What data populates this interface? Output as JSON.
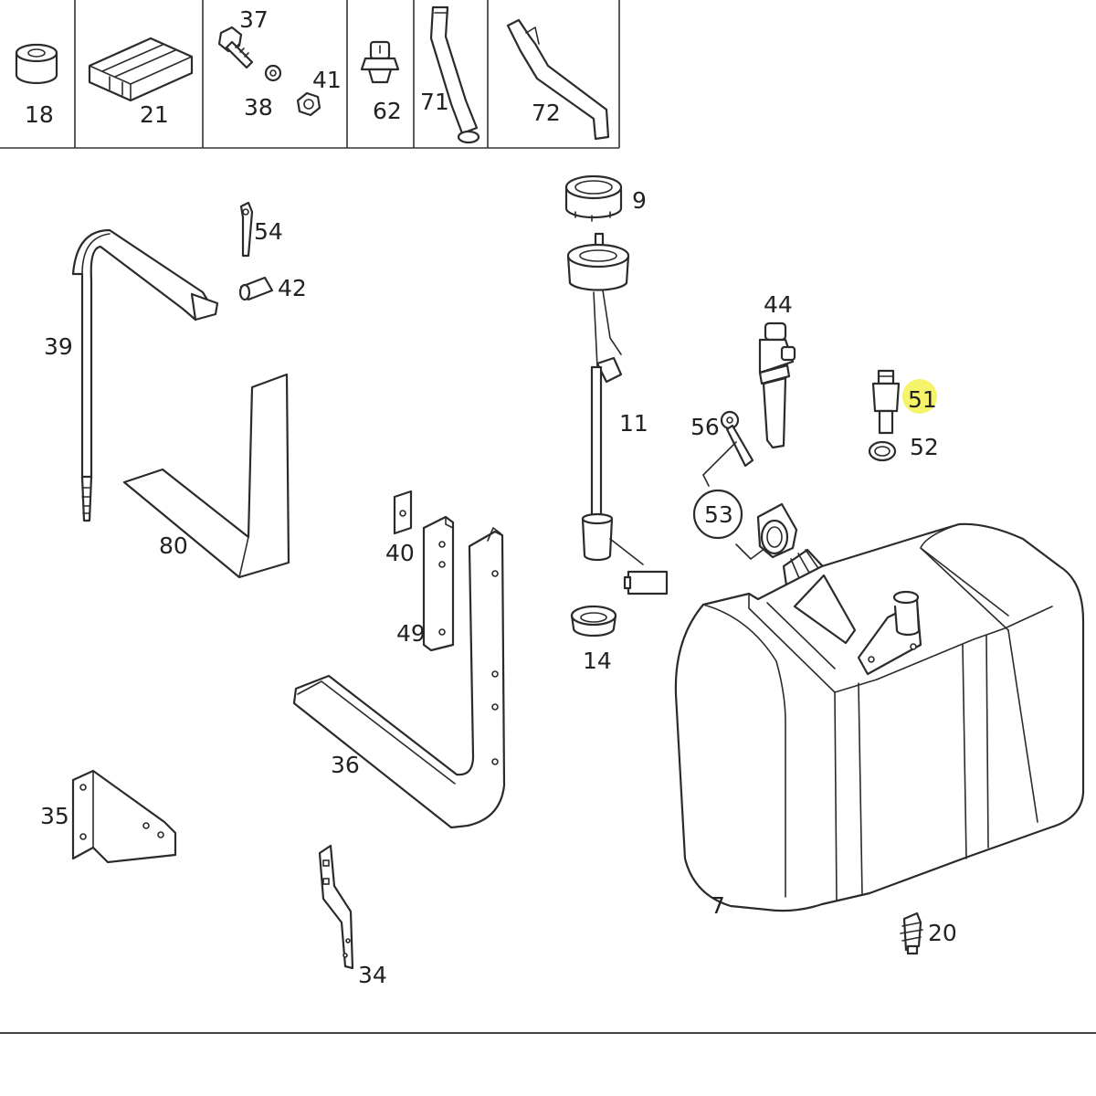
{
  "header_parts": [
    {
      "id": "18",
      "label": "18"
    },
    {
      "id": "21",
      "label": "21"
    },
    {
      "id": "37",
      "label": "37"
    },
    {
      "id": "38",
      "label": "38"
    },
    {
      "id": "41",
      "label": "41"
    },
    {
      "id": "62",
      "label": "62"
    },
    {
      "id": "71",
      "label": "71"
    },
    {
      "id": "72",
      "label": "72"
    }
  ],
  "parts": [
    {
      "id": "9",
      "label": "9"
    },
    {
      "id": "11",
      "label": "11"
    },
    {
      "id": "14",
      "label": "14"
    },
    {
      "id": "54",
      "label": "54"
    },
    {
      "id": "42",
      "label": "42"
    },
    {
      "id": "39",
      "label": "39"
    },
    {
      "id": "80",
      "label": "80"
    },
    {
      "id": "44",
      "label": "44"
    },
    {
      "id": "51",
      "label": "51",
      "highlighted": true
    },
    {
      "id": "52",
      "label": "52"
    },
    {
      "id": "56",
      "label": "56"
    },
    {
      "id": "53",
      "label": "53"
    },
    {
      "id": "40",
      "label": "40"
    },
    {
      "id": "49",
      "label": "49"
    },
    {
      "id": "36",
      "label": "36"
    },
    {
      "id": "35",
      "label": "35"
    },
    {
      "id": "34",
      "label": "34"
    },
    {
      "id": "7",
      "label": "7"
    },
    {
      "id": "20",
      "label": "20"
    }
  ],
  "colors": {
    "line": "#2b2b2b",
    "highlight": "#f4f36a",
    "background": "#ffffff"
  }
}
